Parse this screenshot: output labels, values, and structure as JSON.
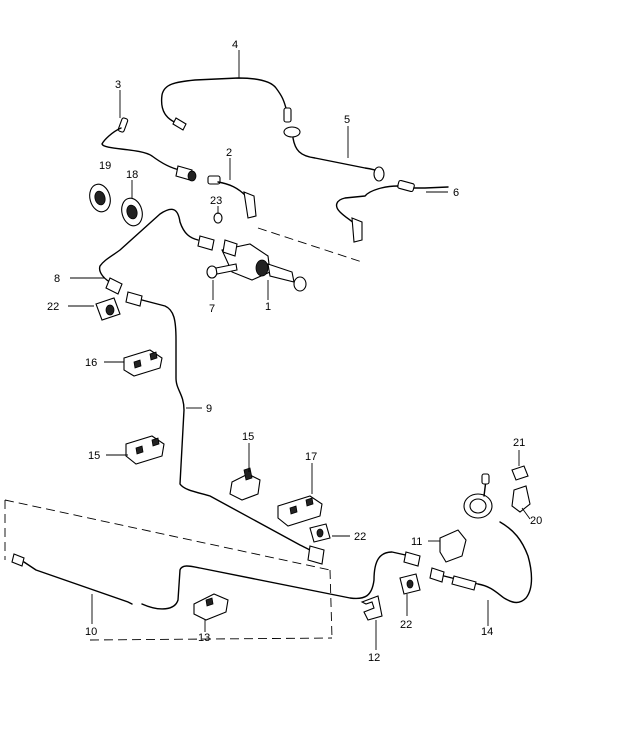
{
  "labels": {
    "p1": "1",
    "p2": "2",
    "p3": "3",
    "p4": "4",
    "p5": "5",
    "p6": "6",
    "p7": "7",
    "p8": "8",
    "p9": "9",
    "p10": "10",
    "p11": "11",
    "p12": "12",
    "p13": "13",
    "p14": "14",
    "p15a": "15",
    "p15b": "15",
    "p16": "16",
    "p17": "17",
    "p18": "18",
    "p19": "19",
    "p20": "20",
    "p21": "21",
    "p22a": "22",
    "p22b": "22",
    "p22c": "22",
    "p23": "23"
  }
}
